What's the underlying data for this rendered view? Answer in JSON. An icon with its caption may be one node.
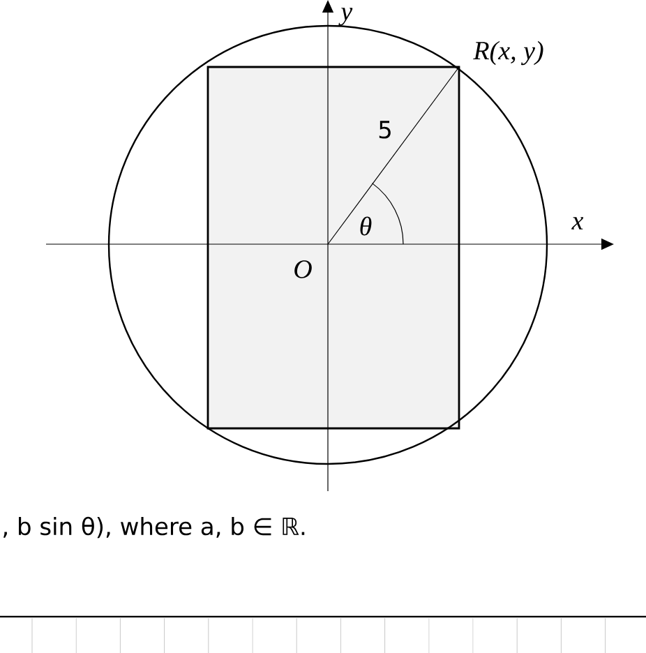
{
  "diagram": {
    "labels": [
      "y",
      "R(x, y)",
      "5",
      "θ",
      "x",
      "O",
      ", b sin θ), where a, b ∈ ℝ."
    ]
  }
}
